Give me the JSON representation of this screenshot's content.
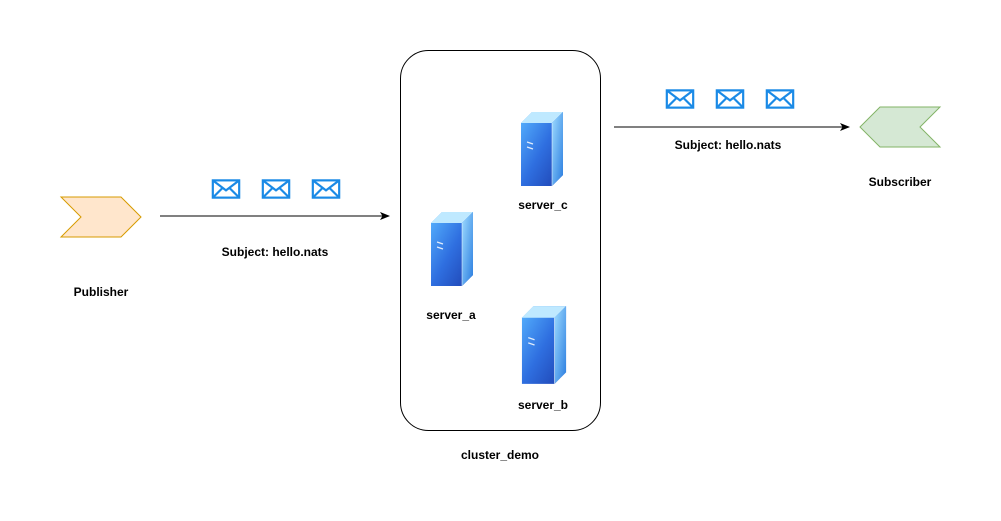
{
  "publisher": {
    "label": "Publisher",
    "icon": "chevron-tag-icon",
    "fill": "#ffe6cc",
    "stroke": "#d79b00"
  },
  "subscriber": {
    "label": "Subscriber",
    "icon": "chevron-tag-icon",
    "fill": "#d5e8d4",
    "stroke": "#82b366"
  },
  "publish_flow": {
    "subject": "Subject: hello.nats",
    "message_count": 3
  },
  "deliver_flow": {
    "subject": "Subject: hello.nats",
    "message_count": 3
  },
  "message_icon": {
    "icon": "envelope-icon",
    "color": "#1a8ae6"
  },
  "cluster": {
    "label": "cluster_demo",
    "servers": [
      {
        "id": "server_a",
        "label": "server_a",
        "icon": "server-icon"
      },
      {
        "id": "server_b",
        "label": "server_b",
        "icon": "server-icon"
      },
      {
        "id": "server_c",
        "label": "server_c",
        "icon": "server-icon"
      }
    ]
  }
}
